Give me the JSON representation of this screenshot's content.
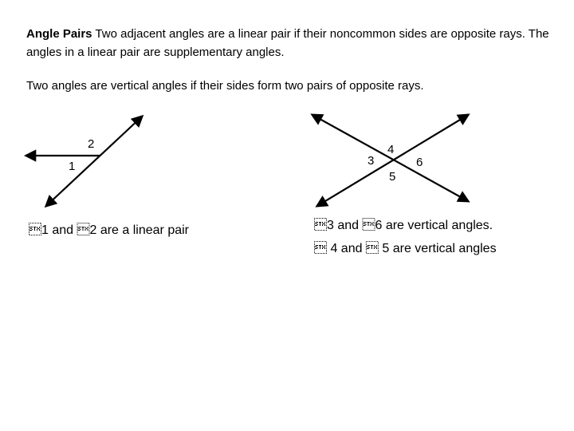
{
  "paragraph1": {
    "term": "Angle Pairs",
    "text": " Two adjacent angles are a linear pair if their noncommon sides are opposite rays. The angles in a linear pair are supplementary angles."
  },
  "paragraph2": "Two angles are vertical angles if their sides form two pairs of opposite rays.",
  "figure_left": {
    "label_1": "1",
    "label_2": "2"
  },
  "figure_right": {
    "label_3": "3",
    "label_4": "4",
    "label_5": "5",
    "label_6": "6"
  },
  "captions": {
    "linear_pair": "\u00021 and \u00022 are a linear pair",
    "vertical_1": "\u00023 and \u00026 are vertical angles.",
    "vertical_2": "\u0002 4 and \u0002 5 are vertical angles"
  }
}
